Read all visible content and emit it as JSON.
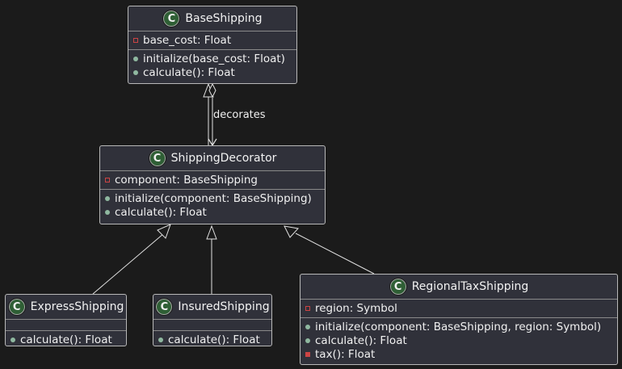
{
  "classes": {
    "base": {
      "name": "BaseShipping",
      "attrs": [
        "base_cost: Float"
      ],
      "ops": [
        "initialize(base_cost: Float)",
        "calculate(): Float"
      ]
    },
    "decorator": {
      "name": "ShippingDecorator",
      "attrs": [
        "component: BaseShipping"
      ],
      "ops": [
        "initialize(component: BaseShipping)",
        "calculate(): Float"
      ]
    },
    "express": {
      "name": "ExpressShipping",
      "attrs": [],
      "ops": [
        "calculate(): Float"
      ]
    },
    "insured": {
      "name": "InsuredShipping",
      "attrs": [],
      "ops": [
        "calculate(): Float"
      ]
    },
    "regional": {
      "name": "RegionalTaxShipping",
      "attrs": [
        "region: Symbol"
      ],
      "ops": [
        "initialize(component: BaseShipping, region: Symbol)",
        "calculate(): Float",
        "tax(): Float"
      ]
    }
  },
  "relations": {
    "decorates_label": "decorates"
  },
  "colors": {
    "background": "#1b1b1b",
    "class_fill": "#30313a",
    "badge": "#2f5f35",
    "private_marker": "#cc4444",
    "public_marker": "#8fb8a0"
  }
}
